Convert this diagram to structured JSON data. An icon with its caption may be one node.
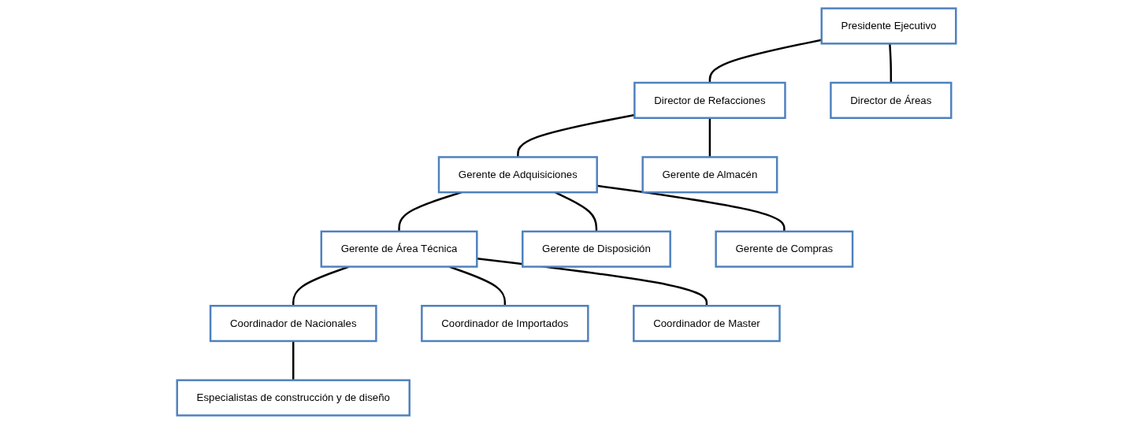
{
  "diagram": {
    "nodes": [
      {
        "text": [
          "Presidente Ejecutivo"
        ]
      },
      {
        "text": [
          "Director de Refacciones"
        ]
      },
      {
        "text": [
          "Director de Áreas"
        ]
      },
      {
        "text": [
          "Gerente de Adquisiciones"
        ]
      },
      {
        "text": [
          "Gerente de Almacén"
        ]
      },
      {
        "text": [
          "Gerente de Área Técnica"
        ]
      },
      {
        "text": [
          "Gerente de Disposición"
        ]
      },
      {
        "text": [
          "Gerente de Compras"
        ]
      },
      {
        "text": [
          "Coordinador de Nacionales"
        ]
      },
      {
        "text": [
          "Coordinador de Importados"
        ]
      },
      {
        "text": [
          "Coordinador de Master"
        ]
      },
      {
        "text": [
          "Especialistas de construcción y de diseño"
        ]
      }
    ],
    "edges": [
      {
        "from": 0,
        "to": 1,
        "arrow": "none"
      },
      {
        "from": 0,
        "to": 2,
        "arrow": "none"
      },
      {
        "from": 1,
        "to": 3,
        "arrow": "none"
      },
      {
        "from": 1,
        "to": 4,
        "arrow": "none"
      },
      {
        "from": 3,
        "to": 5,
        "arrow": "none"
      },
      {
        "from": 3,
        "to": 6,
        "arrow": "none"
      },
      {
        "from": 3,
        "to": 7,
        "arrow": "none"
      },
      {
        "from": 5,
        "to": 8,
        "arrow": "none"
      },
      {
        "from": 5,
        "to": 9,
        "arrow": "none"
      },
      {
        "from": 5,
        "to": 10,
        "arrow": "none"
      },
      {
        "from": 8,
        "to": 11,
        "arrow": "none"
      }
    ]
  }
}
